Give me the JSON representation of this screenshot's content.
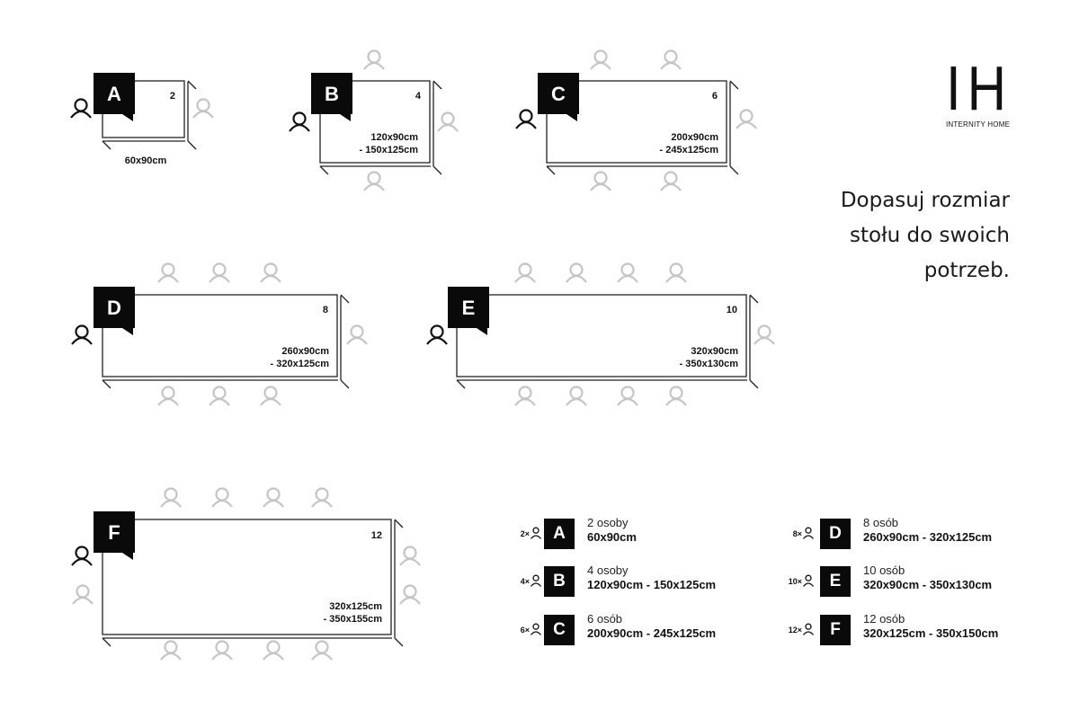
{
  "brand": {
    "mark": "IH",
    "name": "INTERNITY HOME"
  },
  "tagline": [
    "Dopasuj rozmiar",
    "stołu do swoich",
    "potrzeb."
  ],
  "colors": {
    "ink": "#111111",
    "badge": "#0a0a0a",
    "ghost_person": "#c4c4c4",
    "background": "#ffffff"
  },
  "tables": [
    {
      "letter": "A",
      "capacity": "2",
      "size_lines": [
        "60x90cm"
      ]
    },
    {
      "letter": "B",
      "capacity": "4",
      "size_lines": [
        "120x90cm",
        "- 150x125cm"
      ]
    },
    {
      "letter": "C",
      "capacity": "6",
      "size_lines": [
        "200x90cm",
        "- 245x125cm"
      ]
    },
    {
      "letter": "D",
      "capacity": "8",
      "size_lines": [
        "260x90cm",
        "- 320x125cm"
      ]
    },
    {
      "letter": "E",
      "capacity": "10",
      "size_lines": [
        "320x90cm",
        "- 350x130cm"
      ]
    },
    {
      "letter": "F",
      "capacity": "12",
      "size_lines": [
        "320x125cm",
        "- 350x155cm"
      ]
    }
  ],
  "legend": [
    {
      "count": "2×",
      "letter": "A",
      "people": "2 osoby",
      "size": "60x90cm"
    },
    {
      "count": "4×",
      "letter": "B",
      "people": "4 osoby",
      "size": "120x90cm - 150x125cm"
    },
    {
      "count": "6×",
      "letter": "C",
      "people": "6 osób",
      "size": "200x90cm - 245x125cm"
    },
    {
      "count": "8×",
      "letter": "D",
      "people": "8 osób",
      "size": "260x90cm - 320x125cm"
    },
    {
      "count": "10×",
      "letter": "E",
      "people": "10 osób",
      "size": "320x90cm - 350x130cm"
    },
    {
      "count": "12×",
      "letter": "F",
      "people": "12 osób",
      "size": "320x125cm - 350x150cm"
    }
  ]
}
